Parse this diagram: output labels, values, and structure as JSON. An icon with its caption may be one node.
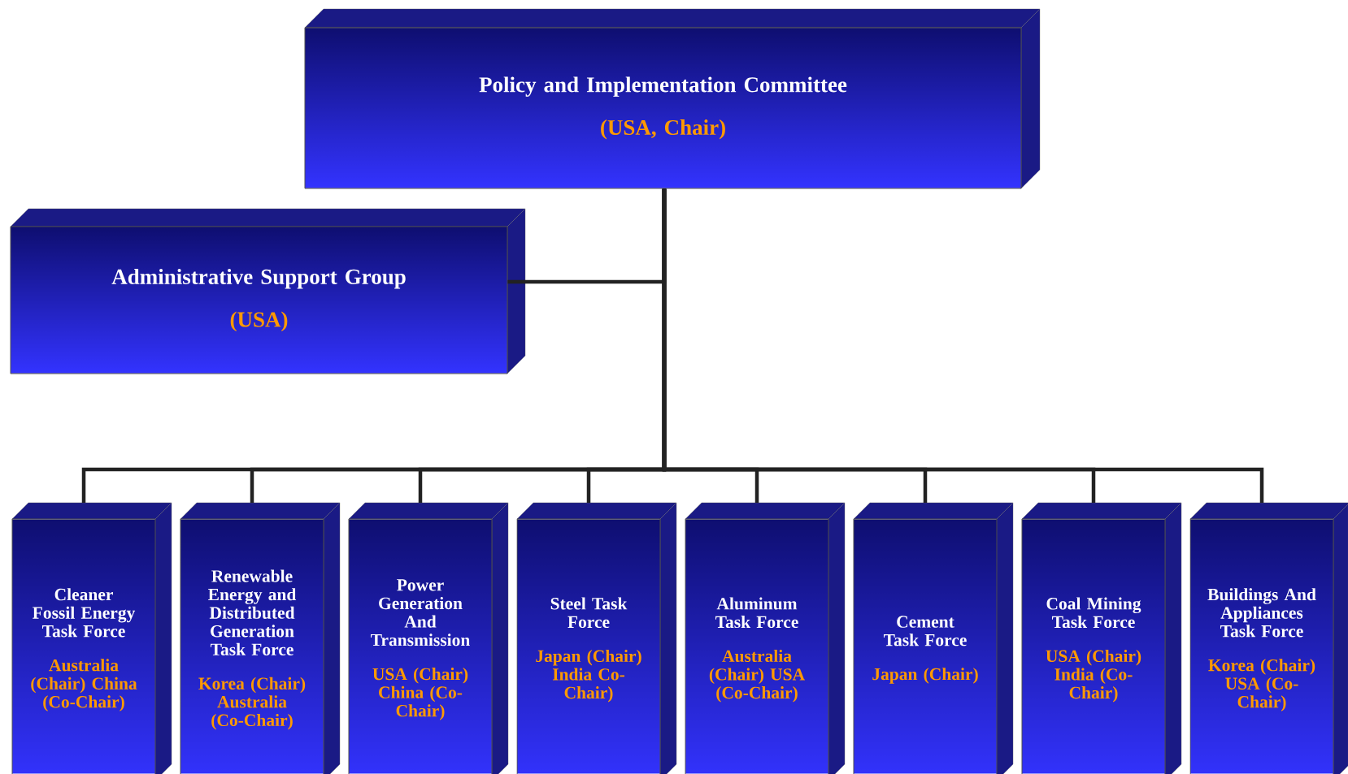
{
  "diagram": {
    "nodes": [
      {
        "text": [
          "Policy and Implementation Committee",
          "(USA, Chair)"
        ]
      },
      {
        "text": [
          "Administrative Support Group",
          "(USA)"
        ]
      },
      {
        "text": [
          "Cleaner Fossil Energy Task Force",
          "Australia (Chair) China (Co-Chair)"
        ]
      },
      {
        "text": [
          "Renewable Energy and Distributed Generation Task Force",
          "Korea (Chair) Australia (Co-Chair)"
        ]
      },
      {
        "text": [
          "Power Generation And Transmission",
          "USA (Chair) China (Co-Chair)"
        ]
      },
      {
        "text": [
          "Steel Task Force",
          "Japan (Chair) India Co-Chair)"
        ]
      },
      {
        "text": [
          "Aluminum Task Force",
          "Australia (Chair) USA (Co-Chair)"
        ]
      },
      {
        "text": [
          "Cement Task Force",
          "Japan (Chair)"
        ]
      },
      {
        "text": [
          "Coal Mining Task Force",
          "USA (Chair) India (Co-Chair)"
        ]
      },
      {
        "text": [
          "Buildings And Appliances Task Force",
          "Korea (Chair) USA (Co-Chair)"
        ]
      }
    ],
    "edges": [
      {
        "from": 0,
        "to": 1,
        "arrow": "none"
      },
      {
        "from": 0,
        "to": 2,
        "arrow": "none"
      },
      {
        "from": 0,
        "to": 3,
        "arrow": "none"
      },
      {
        "from": 0,
        "to": 4,
        "arrow": "none"
      },
      {
        "from": 0,
        "to": 5,
        "arrow": "none"
      },
      {
        "from": 0,
        "to": 6,
        "arrow": "none"
      },
      {
        "from": 0,
        "to": 7,
        "arrow": "none"
      },
      {
        "from": 0,
        "to": 8,
        "arrow": "none"
      },
      {
        "from": 0,
        "to": 9,
        "arrow": "none"
      }
    ]
  }
}
